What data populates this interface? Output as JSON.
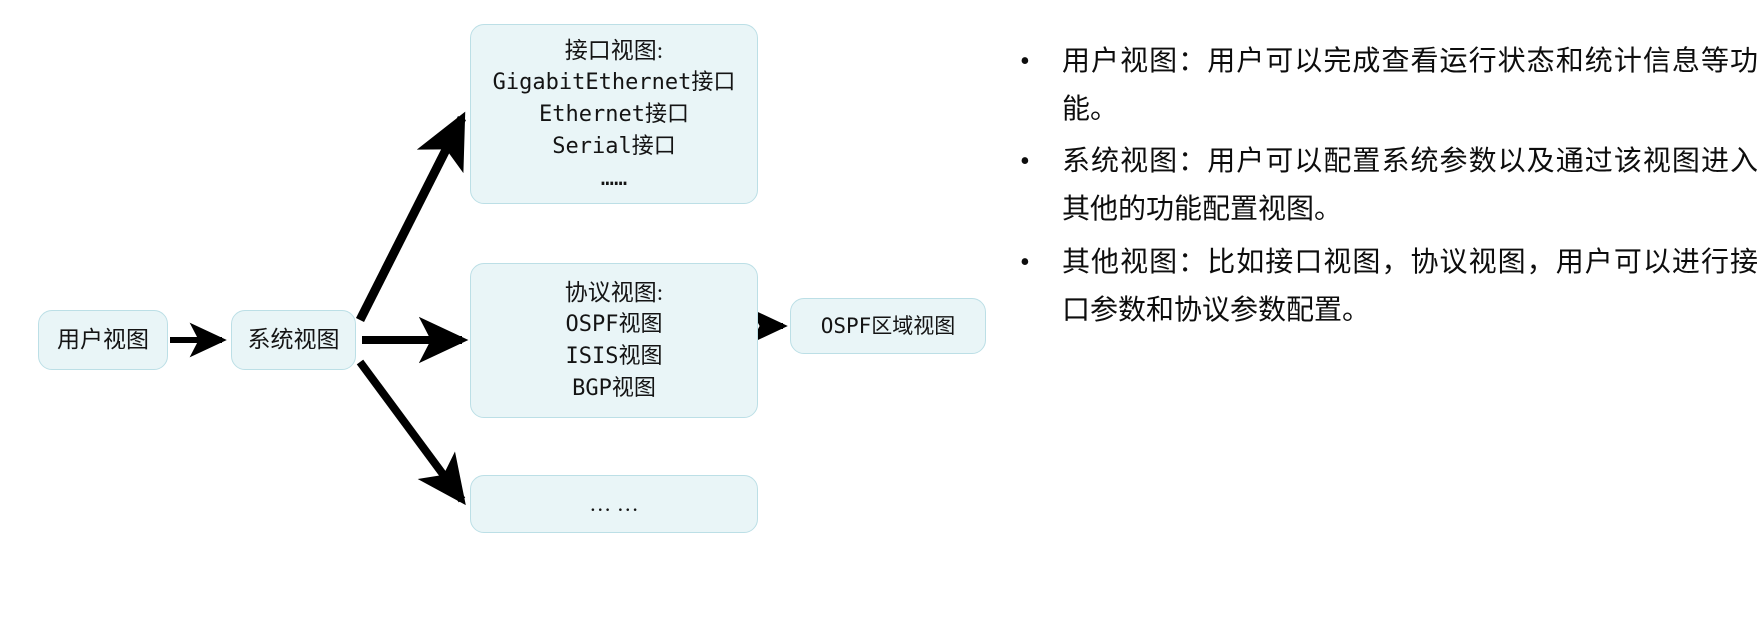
{
  "diagram": {
    "nodes": [
      {
        "id": "user-view",
        "label": "用户视图"
      },
      {
        "id": "system-view",
        "label": "系统视图"
      },
      {
        "id": "interface-view",
        "title": "接口视图:",
        "lines": [
          "GigabitEthernet接口",
          "Ethernet接口",
          "Serial接口",
          "……"
        ]
      },
      {
        "id": "protocol-view",
        "title": "协议视图:",
        "lines": [
          "OSPF视图",
          "ISIS视图",
          "BGP视图"
        ]
      },
      {
        "id": "ospf-area-view",
        "label": "OSPF区域视图"
      },
      {
        "id": "other-view",
        "label": "… …"
      }
    ],
    "edges": [
      {
        "from": "user-view",
        "to": "system-view"
      },
      {
        "from": "system-view",
        "to": "interface-view"
      },
      {
        "from": "system-view",
        "to": "protocol-view"
      },
      {
        "from": "system-view",
        "to": "other-view"
      },
      {
        "from": "protocol-view",
        "to": "ospf-area-view"
      }
    ],
    "colors": {
      "node_fill": "#e9f5f7",
      "node_border": "#bcdfe6",
      "arrow": "#000000",
      "text": "#141414"
    }
  },
  "bullets": [
    {
      "marker": "•",
      "text": "用户视图：用户可以完成查看运行状态和统计信息等功能。"
    },
    {
      "marker": "•",
      "text": "系统视图：用户可以配置系统参数以及通过该视图进入其他的功能配置视图。"
    },
    {
      "marker": "•",
      "text": "其他视图：比如接口视图，协议视图，用户可以进行接口参数和协议参数配置。"
    }
  ]
}
